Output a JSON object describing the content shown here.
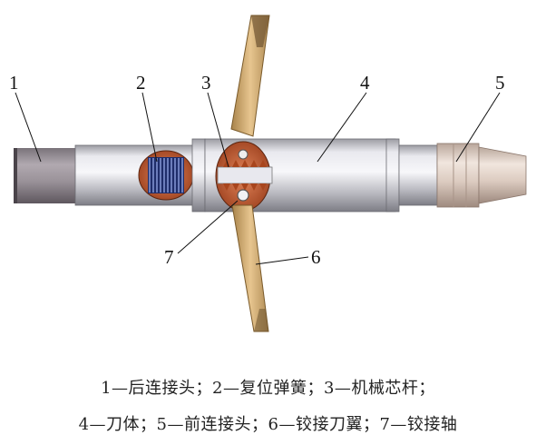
{
  "labels": {
    "n1": "1",
    "n2": "2",
    "n3": "3",
    "n4": "4",
    "n5": "5",
    "n6": "6",
    "n7": "7"
  },
  "caption": {
    "line1": "1—后连接头；2—复位弹簧；3—机械芯杆；",
    "line2": "4—刀体；5—前连接头；6—铰接刀翼；7—铰接轴"
  },
  "colors": {
    "steel": "#bcbcc2",
    "rear_joint": "#8f8a90",
    "blade": "#c9a66b",
    "spring": "#2d3f8a",
    "cutaway": "#b8532a",
    "front_cone": "#d8c5b8"
  }
}
